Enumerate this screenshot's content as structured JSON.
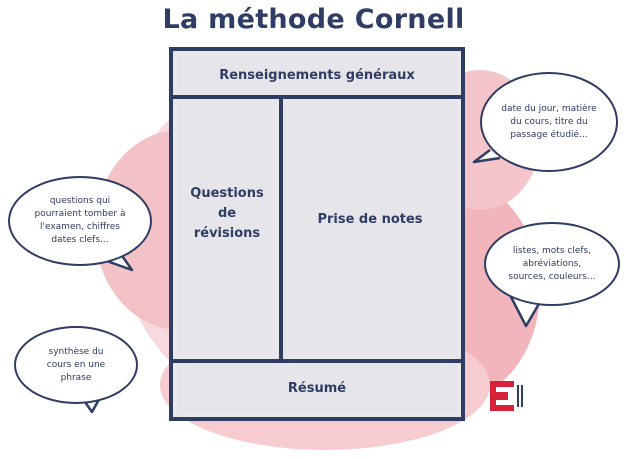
{
  "title": "La méthode Cornell",
  "sections": {
    "header": "Renseignements généraux",
    "questions": [
      "Questions",
      "de",
      "révisions"
    ],
    "notes": "Prise de notes",
    "summary": "Résumé"
  },
  "bubbles": {
    "top_right": [
      "date du jour, matière",
      "du cours, titre du",
      "passage étudié..."
    ],
    "left": [
      "questions qui",
      "pourraient tomber à",
      "l'examen, chiffres",
      "dates clefs..."
    ],
    "right": [
      "listes, mots clefs,",
      "abréviations,",
      "sources, couleurs..."
    ],
    "bottom_left": [
      "synthèse du",
      "cours en une",
      "phrase"
    ]
  },
  "colors": {
    "navy": "#2f3c64",
    "panel": "#e6e6ea",
    "blob_pink": "#f6cfd3",
    "blob_rose": "#f2b8be",
    "logo_red": "#d6233a"
  },
  "logo_icon": "brand-logo-icon"
}
